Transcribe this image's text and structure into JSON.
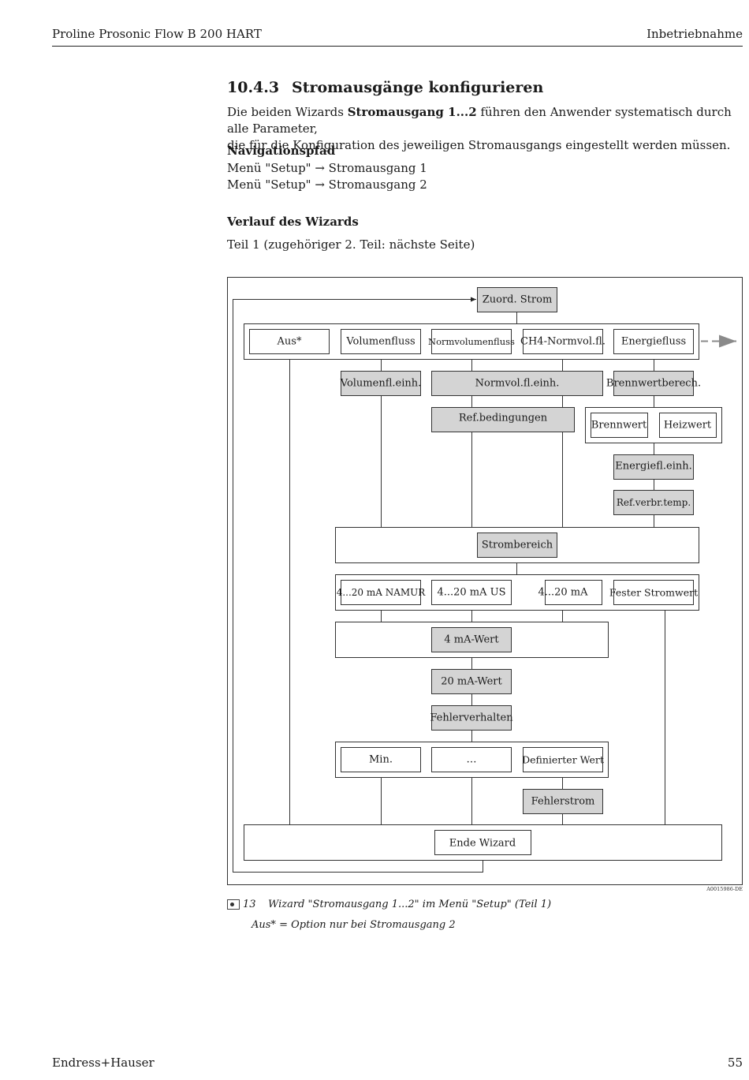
{
  "header": {
    "left": "Proline Prosonic Flow B 200 HART",
    "right": "Inbetriebnahme"
  },
  "section": {
    "number": "10.4.3",
    "title": "Stromausgänge konfigurieren"
  },
  "intro": {
    "pre": "Die beiden Wizards ",
    "bold": "Stromausgang 1...2",
    "post": " führen den Anwender systematisch durch alle Parameter,",
    "line2": "die für die Konfiguration des jeweiligen Stromausgangs eingestellt werden müssen."
  },
  "nav": {
    "heading": "Navigationspfad",
    "lines": [
      "Menü \"Setup\" → Stromausgang 1",
      "Menü \"Setup\" → Stromausgang 2"
    ]
  },
  "wizard": {
    "heading": "Verlauf des Wizards",
    "note": "Teil 1 (zugehöriger 2. Teil: nächste Seite)"
  },
  "diagram": {
    "zuord": "Zuord. Strom",
    "options": [
      "Aus*",
      "Volumenfluss",
      "Normvolumenfluss",
      "CH4-Normvol.fl.",
      "Energiefluss"
    ],
    "volumenfl_einh": "Volumenfl.einh.",
    "normvol_einh": "Normvol.fl.einh.",
    "brennwertberech": "Brennwertberech.",
    "ref_bedingungen": "Ref.bedingungen",
    "brennwert": "Brennwert",
    "heizwert": "Heizwert",
    "energiefl_einh": "Energiefl.einh.",
    "ref_verbr_temp": "Ref.verbr.temp.",
    "strombereich": "Strombereich",
    "ranges": [
      "4...20 mA NAMUR",
      "4...20 mA US",
      "4...20 mA",
      "Fester Stromwert"
    ],
    "wert4": "4 mA-Wert",
    "wert20": "20 mA-Wert",
    "fehlerverhalten": "Fehlerverhalten",
    "fehler_options": [
      "Min.",
      "…",
      "Definierter Wert"
    ],
    "fehlerstrom": "Fehlerstrom",
    "ende": "Ende Wizard",
    "code": "A0015986-DE"
  },
  "caption": {
    "number": "13",
    "text": "Wizard \"Stromausgang 1...2\" im Menü \"Setup\" (Teil 1)",
    "note": "Aus* = Option nur bei Stromausgang 2"
  },
  "footer": {
    "left": "Endress+Hauser",
    "right": "55"
  },
  "colors": {
    "grey_box": "#d4d4d4",
    "line": "#333333"
  }
}
